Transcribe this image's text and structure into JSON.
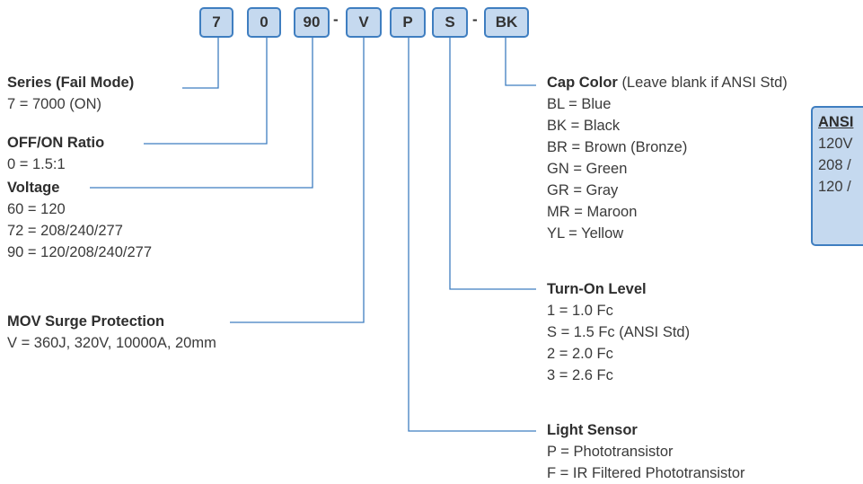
{
  "code": {
    "boxes": [
      "7",
      "0",
      "90",
      "V",
      "P",
      "S",
      "BK"
    ],
    "dash": "-"
  },
  "series": {
    "title": "Series (Fail Mode)",
    "items": [
      "7 = 7000 (ON)"
    ]
  },
  "ratio": {
    "title": "OFF/ON Ratio",
    "items": [
      "0 = 1.5:1"
    ]
  },
  "voltage": {
    "title": "Voltage",
    "items": [
      "60 = 120",
      "72 = 208/240/277",
      "90 = 120/208/240/277"
    ]
  },
  "mov": {
    "title": "MOV Surge Protection",
    "items": [
      "V = 360J, 320V, 10000A, 20mm"
    ]
  },
  "cap": {
    "title": "Cap Color",
    "note": "(Leave blank if ANSI Std)",
    "items": [
      "BL = Blue",
      "BK = Black",
      "BR = Brown (Bronze)",
      "GN = Green",
      "GR = Gray",
      "MR = Maroon",
      "YL = Yellow"
    ]
  },
  "turnon": {
    "title": "Turn-On Level",
    "items": [
      "1 = 1.0 Fc",
      "S = 1.5 Fc (ANSI Std)",
      "2 = 2.0 Fc",
      "3 = 2.6 Fc"
    ]
  },
  "sensor": {
    "title": "Light Sensor",
    "items": [
      "P = Phototransistor",
      "F = IR Filtered Phototransistor"
    ]
  },
  "ansi": {
    "title": "ANSI",
    "items": [
      "120V",
      "208 /",
      "120 /"
    ]
  },
  "colors": {
    "box_fill": "#c5d9ef",
    "box_border": "#3f7ec0",
    "line": "#3f7ec0",
    "text": "#3a3a3a"
  }
}
